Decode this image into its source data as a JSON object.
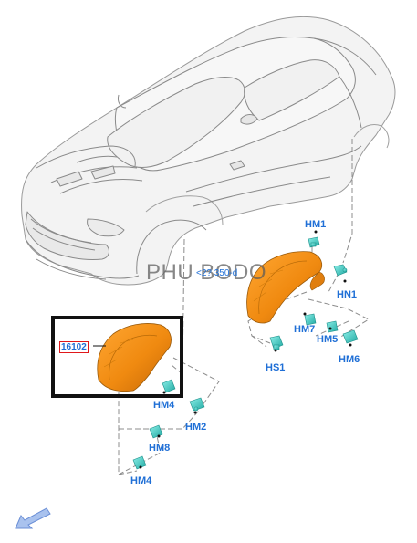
{
  "watermark": "PHU BODO",
  "reference_text": "<2? 350-d",
  "selected_part": "16102",
  "labels": {
    "hm1": "HM1",
    "hn1": "HN1",
    "hm7": "HM7",
    "hm5": "HM5",
    "hm6": "HM6",
    "hs1": "HS1",
    "hm4_upper": "HM4",
    "hm2": "HM2",
    "hm8": "HM8",
    "hm4_lower": "HM4"
  },
  "colors": {
    "label": "#1f6fd6",
    "liner": "#f08a10",
    "liner_dark": "#b85f06",
    "clip": "#36c7c0",
    "highlight": "#e0181b",
    "selection_box": "#111111",
    "nav_arrow": "#9fb8e6"
  },
  "icons": {
    "nav": "previous-arrow-icon"
  }
}
